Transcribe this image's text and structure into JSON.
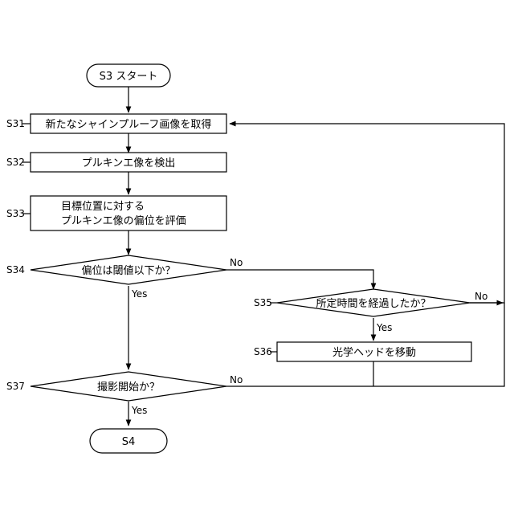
{
  "nodes": {
    "start": {
      "text": "S3 スタート"
    },
    "s31": {
      "step": "S31",
      "text": "新たなシャインプルーフ画像を取得"
    },
    "s32": {
      "step": "S32",
      "text": "プルキンエ像を検出"
    },
    "s33": {
      "step": "S33",
      "line1": "目標位置に対する",
      "line2": "プルキンエ像の偏位を評価"
    },
    "s34": {
      "step": "S34",
      "text": "偏位は閾値以下か？"
    },
    "s35": {
      "step": "S35",
      "text": "所定時間を経過したか？"
    },
    "s36": {
      "step": "S36",
      "text": "光学ヘッドを移動"
    },
    "s37": {
      "step": "S37",
      "text": "撮影開始か？"
    },
    "end": {
      "text": "S4"
    }
  },
  "edges": {
    "s34_no": "No",
    "s34_yes": "Yes",
    "s35_no": "No",
    "s35_yes": "Yes",
    "s37_no": "No",
    "s37_yes": "Yes"
  }
}
